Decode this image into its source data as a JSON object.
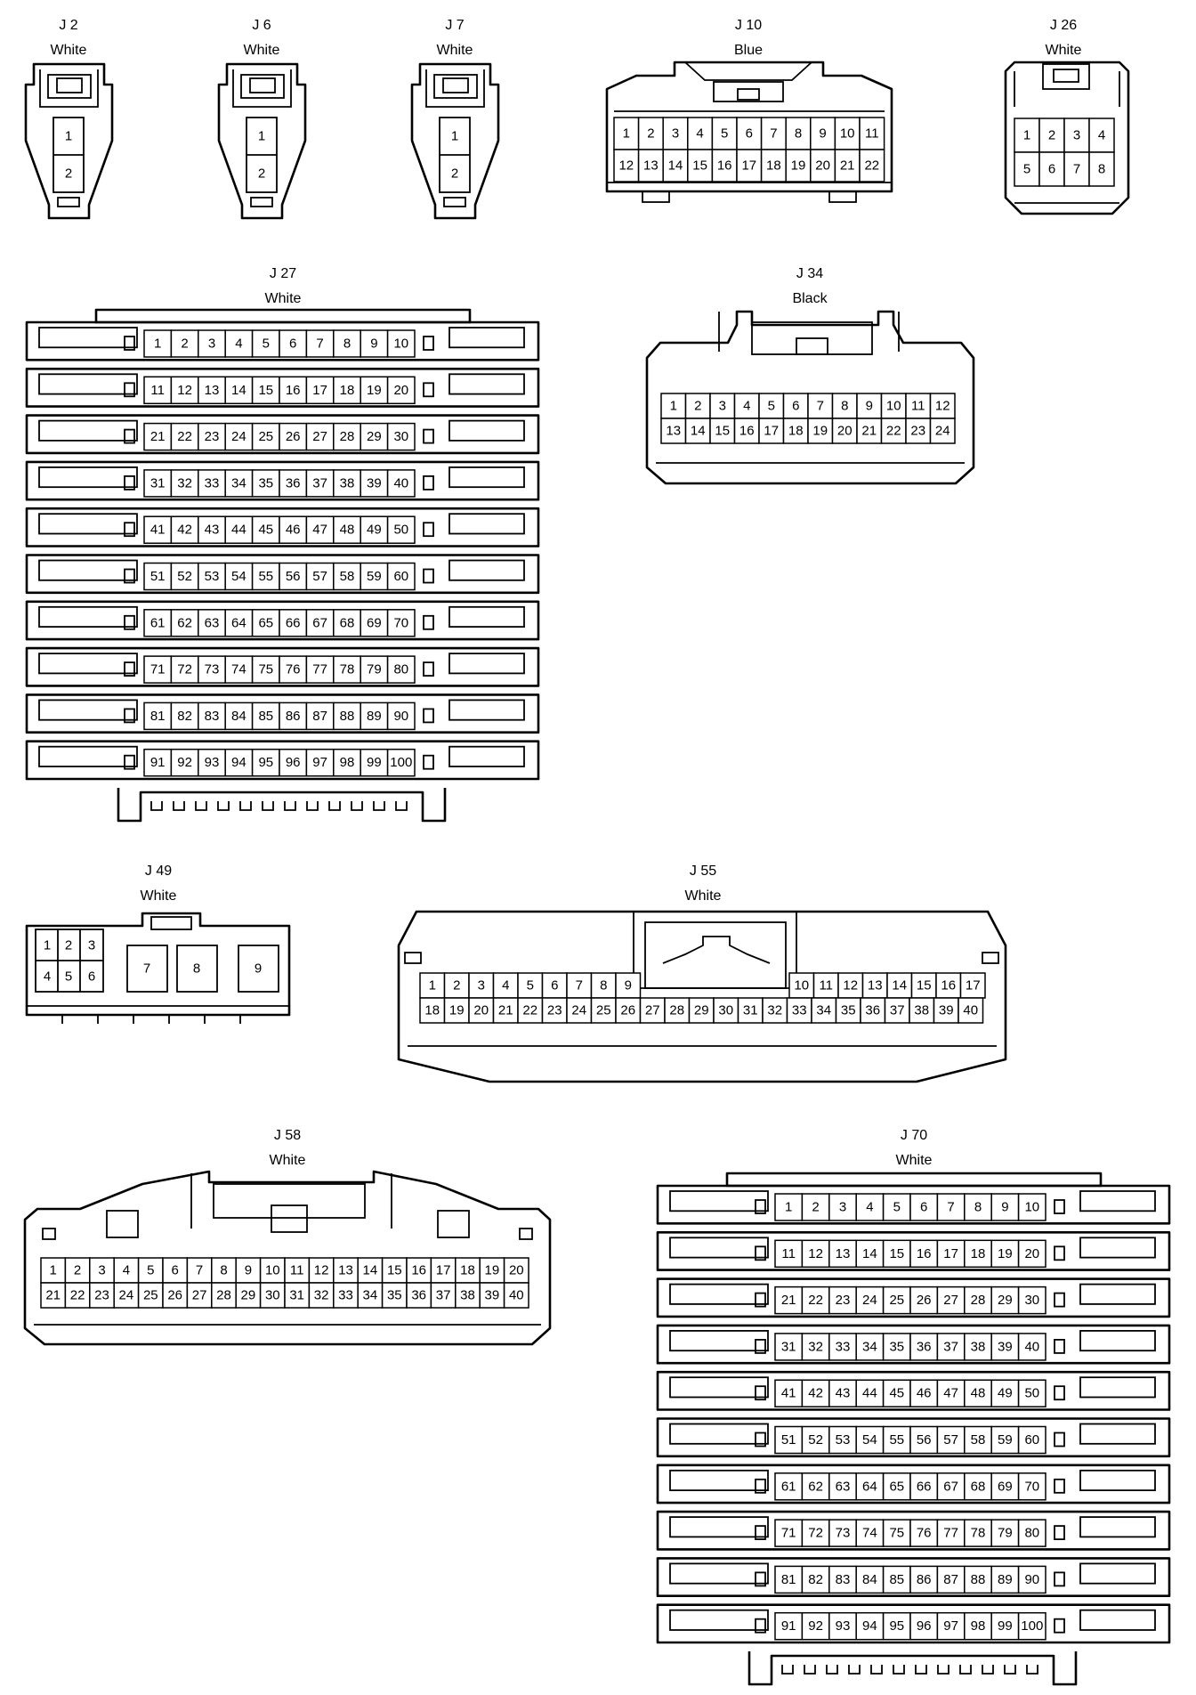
{
  "connectors": [
    {
      "id": "J2",
      "label": "J 2",
      "color": "White",
      "pins": [
        "1",
        "2"
      ]
    },
    {
      "id": "J6",
      "label": "J 6",
      "color": "White",
      "pins": [
        "1",
        "2"
      ]
    },
    {
      "id": "J7",
      "label": "J 7",
      "color": "White",
      "pins": [
        "1",
        "2"
      ]
    },
    {
      "id": "J10",
      "label": "J 10",
      "color": "Blue",
      "rows": 2,
      "cols": 11
    },
    {
      "id": "J26",
      "label": "J 26",
      "color": "White",
      "rows": 2,
      "cols": 4
    },
    {
      "id": "J27",
      "label": "J 27",
      "color": "White",
      "rows": 10,
      "cols": 10
    },
    {
      "id": "J34",
      "label": "J 34",
      "color": "Black",
      "rows": 2,
      "cols": 12
    },
    {
      "id": "J49",
      "label": "J 49",
      "color": "White",
      "pins": [
        "1",
        "2",
        "3",
        "4",
        "5",
        "6",
        "7",
        "8",
        "9"
      ]
    },
    {
      "id": "J55",
      "label": "J 55",
      "color": "White",
      "pin_count": 40,
      "top_left_pins": [
        "1",
        "2",
        "3",
        "4",
        "5",
        "6",
        "7",
        "8",
        "9"
      ],
      "top_right_pins": [
        "10",
        "11",
        "12",
        "13",
        "14",
        "15",
        "16",
        "17"
      ]
    },
    {
      "id": "J58",
      "label": "J 58",
      "color": "White",
      "rows": 2,
      "cols": 20
    },
    {
      "id": "J70",
      "label": "J 70",
      "color": "White",
      "rows": 10,
      "cols": 10
    }
  ]
}
